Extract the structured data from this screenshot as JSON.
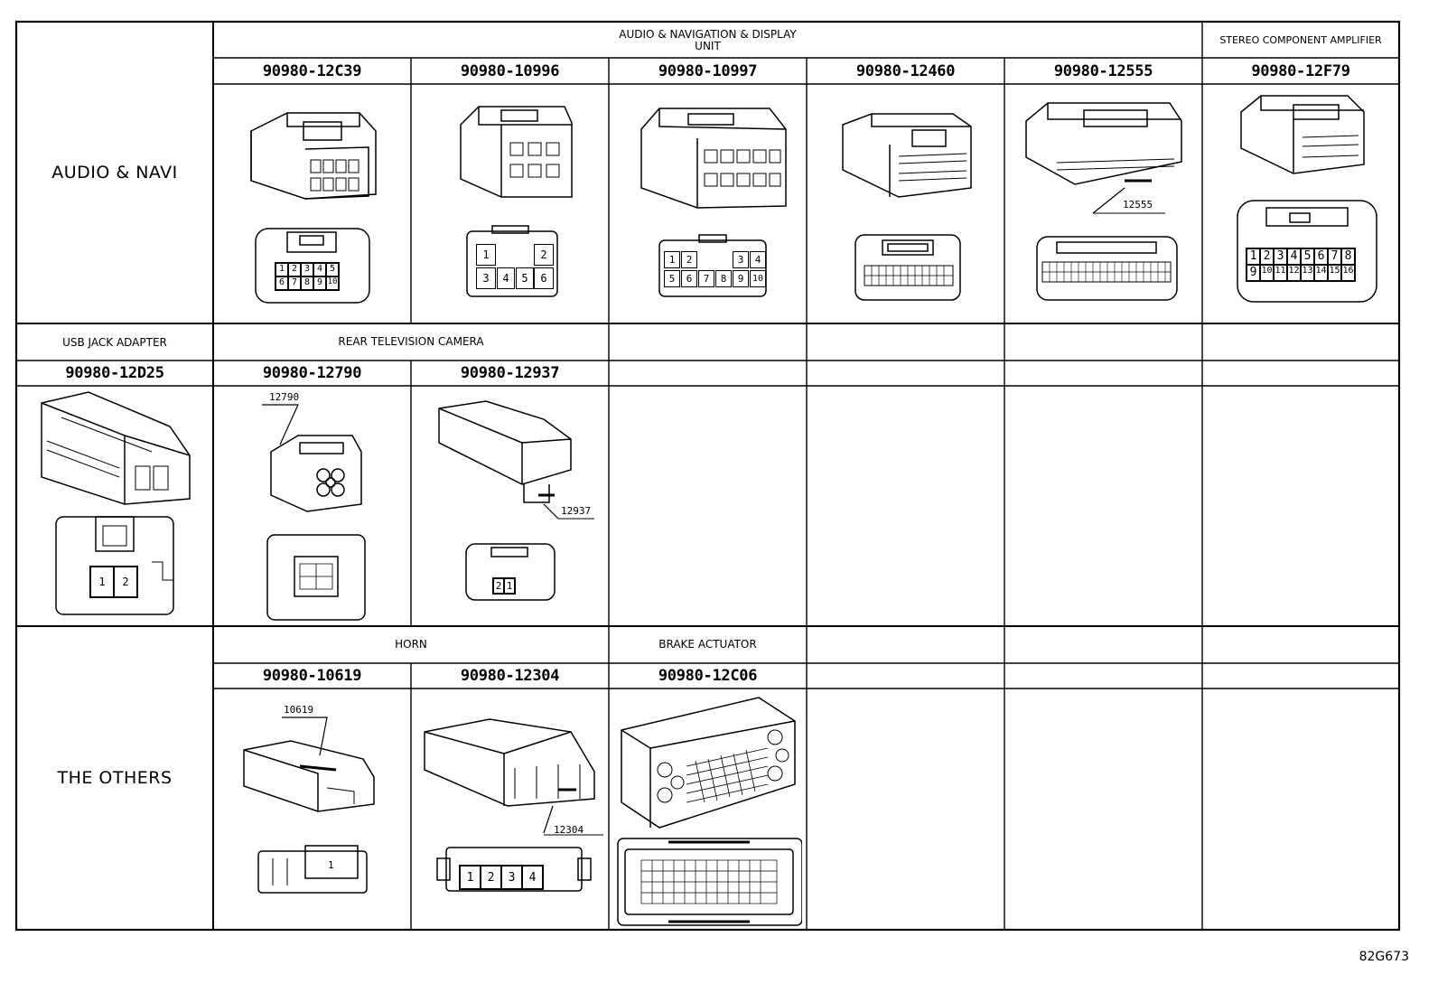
{
  "categories": {
    "audio_navi": "AUDIO & NAVI",
    "usb_jack_adapter": "USB JACK ADAPTER",
    "the_others": "THE OTHERS"
  },
  "groups": {
    "audio_nav_display_line1": "AUDIO & NAVIGATION & DISPLAY",
    "audio_nav_display_line2": "UNIT",
    "stereo_component_amplifier": "STEREO COMPONENT AMPLIFIER",
    "rear_television_camera": "REAR TELEVISION CAMERA",
    "horn": "HORN",
    "brake_actuator": "BRAKE ACTUATOR"
  },
  "part_numbers": {
    "row1": [
      "90980-12C39",
      "90980-10996",
      "90980-10997",
      "90980-12460",
      "90980-12555",
      "90980-12F79"
    ],
    "row2": [
      "90980-12D25",
      "90980-12790",
      "90980-12937"
    ],
    "row3": [
      "90980-10619",
      "90980-12304",
      "90980-12C06"
    ]
  },
  "callouts": {
    "c12555": "12555",
    "c12790": "12790",
    "c12937": "12937",
    "c10619": "10619",
    "c12304": "12304"
  },
  "pins": {
    "p12c39": [
      "1",
      "2",
      "3",
      "4",
      "5",
      "6",
      "7",
      "8",
      "9",
      "10"
    ],
    "p10996": [
      "1",
      "2",
      "3",
      "4",
      "5",
      "6"
    ],
    "p10997": [
      "1",
      "2",
      "3",
      "4",
      "5",
      "6",
      "7",
      "8",
      "9",
      "10"
    ],
    "p12f79": [
      "1",
      "2",
      "3",
      "4",
      "5",
      "6",
      "7",
      "8",
      "9",
      "10",
      "11",
      "12",
      "13",
      "14",
      "15",
      "16"
    ],
    "p12d25": [
      "1",
      "2"
    ],
    "p12937": [
      "2",
      "1"
    ],
    "p10619": [
      "1"
    ],
    "p12304": [
      "1",
      "2",
      "3",
      "4"
    ]
  },
  "figure_code": "82G673"
}
